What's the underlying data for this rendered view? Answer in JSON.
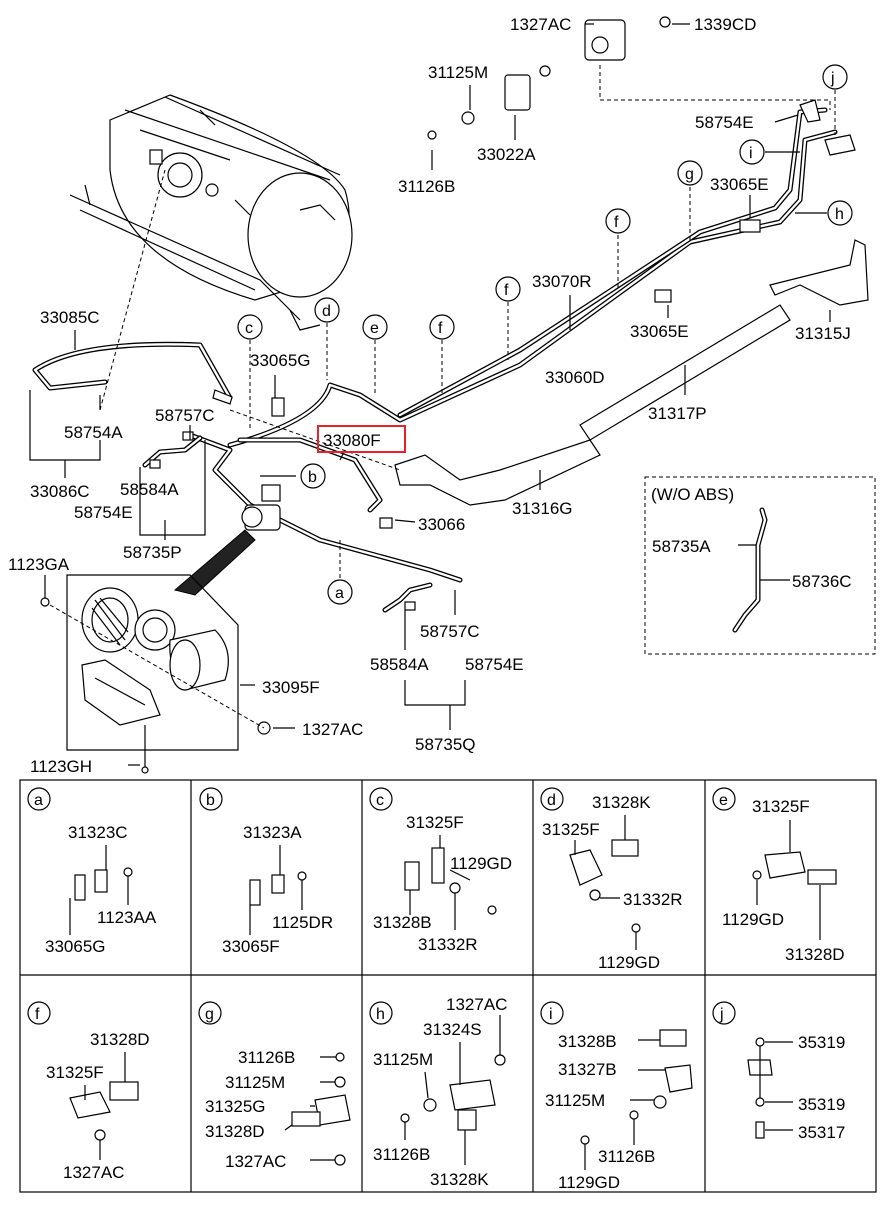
{
  "labels": {
    "l_1327AC_top": "1327AC",
    "l_1339CD": "1339CD",
    "l_31125M_top": "31125M",
    "l_31126B_top": "31126B",
    "l_33022A": "33022A",
    "l_58754E_top": "58754E",
    "l_33065E_top": "33065E",
    "l_33070R": "33070R",
    "l_33065E_mid": "33065E",
    "l_31315J": "31315J",
    "l_33060D": "33060D",
    "l_31317P": "31317P",
    "l_33085C": "33085C",
    "l_33065G": "33065G",
    "l_58757C_left": "58757C",
    "l_33080F": "33080F",
    "l_58754A": "58754A",
    "l_33086C": "33086C",
    "l_58584A_left": "58584A",
    "l_58754E_left": "58754E",
    "l_31316G": "31316G",
    "l_58735P": "58735P",
    "l_33066": "33066",
    "l_1123GA": "1123GA",
    "l_58757C_right": "58757C",
    "l_33095F": "33095F",
    "l_1327AC_mid": "1327AC",
    "l_58584A_right": "58584A",
    "l_58754E_right": "58754E",
    "l_58735Q": "58735Q",
    "l_1123GH": "1123GH",
    "l_wo_abs": "(W/O ABS)",
    "l_58735A": "58735A",
    "l_58736C": "58736C"
  },
  "callouts": {
    "c_j": "j",
    "c_i": "i",
    "c_g": "g",
    "c_h": "h",
    "c_f1": "f",
    "c_f2": "f",
    "c_f3": "f",
    "c_e": "e",
    "c_d": "d",
    "c_c": "c",
    "c_b": "b",
    "c_a": "a"
  },
  "panels": {
    "p_a": {
      "letter": "a",
      "l1": "31323C",
      "l2": "1123AA",
      "l3": "33065G"
    },
    "p_b": {
      "letter": "b",
      "l1": "31323A",
      "l2": "1125DR",
      "l3": "33065F"
    },
    "p_c": {
      "letter": "c",
      "l1": "31325F",
      "l2": "1129GD",
      "l3": "31328B",
      "l4": "31332R"
    },
    "p_d": {
      "letter": "d",
      "l1": "31328K",
      "l2": "31325F",
      "l3": "31332R",
      "l4": "1129GD"
    },
    "p_e": {
      "letter": "e",
      "l1": "31325F",
      "l2": "1129GD",
      "l3": "31328D"
    },
    "p_f": {
      "letter": "f",
      "l1": "31328D",
      "l2": "31325F",
      "l3": "1327AC"
    },
    "p_g": {
      "letter": "g",
      "l1": "31126B",
      "l2": "31125M",
      "l3": "31325G",
      "l4": "31328D",
      "l5": "1327AC"
    },
    "p_h": {
      "letter": "h",
      "l1": "1327AC",
      "l2": "31324S",
      "l3": "31125M",
      "l4": "31126B",
      "l5": "31328K"
    },
    "p_i": {
      "letter": "i",
      "l1": "31328B",
      "l2": "31327B",
      "l3": "31125M",
      "l4": "31126B",
      "l5": "1129GD"
    },
    "p_j": {
      "letter": "j",
      "l1": "35319",
      "l2": "35319",
      "l3": "35317"
    }
  },
  "colors": {
    "highlight_box": "#e8222a",
    "line": "#000000",
    "background": "#ffffff"
  }
}
